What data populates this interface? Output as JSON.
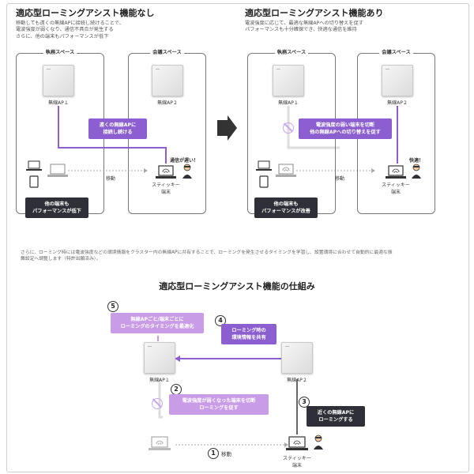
{
  "left_panel": {
    "title": "適応型ローミングアシスト機能なし",
    "desc_lines": [
      "移動しても遠くの無線APに接続し続けることで、",
      "電波強度が弱くなり、通信不具合が発生する",
      "さらに、他の端末もパフォーマンスが低下"
    ],
    "room1": "執務スペース",
    "room2": "会議スペース",
    "ap1": "無線AP１",
    "ap2": "無線AP２",
    "callout": [
      "遠くの無線APに",
      "接続し続ける"
    ],
    "move": "移動",
    "slow": "通信が遅い！",
    "stick_line1": "スティッキー",
    "stick_line2": "端末",
    "bottom_box": [
      "他の端末も",
      "パフォーマンスが低下"
    ]
  },
  "right_panel": {
    "title": "適応型ローミングアシスト機能あり",
    "desc_lines": [
      "電波強度に応じて、最適な無線APへの切り替えを促す",
      "パフォーマンスも十分確保でき、快適な通信を維持"
    ],
    "room1": "執務スペース",
    "room2": "会議スペース",
    "ap1": "無線AP１",
    "ap2": "無線AP２",
    "callout": [
      "電波強度の弱い端末を切断",
      "他の無線APへの切り替えを促す"
    ],
    "move": "移動",
    "fast": "快適！",
    "stick_line1": "スティッキー",
    "stick_line2": "端末",
    "bottom_box": [
      "他の端末も",
      "パフォーマンスが改善"
    ]
  },
  "middle_note": [
    "さらに、ローミング時には電波強度などの環境情報をクラスター内の無線APに共有することで、ローミングを発生させるタイミングを学習し、設置環境に合わせて自動的に最適な振",
    "舞設定へ調整します（特許出願済み）。"
  ],
  "bottom": {
    "title": "適応型ローミングアシスト機能の仕組み",
    "step5_num": "5",
    "step5_box": [
      "無線APごと/端末ごとに",
      "ローミングのタイミングを最適化"
    ],
    "step4_num": "4",
    "step4_box": [
      "ローミング時の",
      "環境情報を共有"
    ],
    "ap1": "無線AP１",
    "ap2": "無線AP２",
    "step2_num": "2",
    "step2_box": [
      "電波強度が弱くなった端末を切断",
      "ローミングを促す"
    ],
    "step3_num": "3",
    "step3_box": [
      "近くの無線APに",
      "ローミングする"
    ],
    "step1_num": "1",
    "move": "移動",
    "stick_line1": "スティッキー",
    "stick_line2": "端末"
  },
  "colors": {
    "purple": "#8c5fd0",
    "lavender": "#c99ce8",
    "dark": "#2f2f38"
  }
}
